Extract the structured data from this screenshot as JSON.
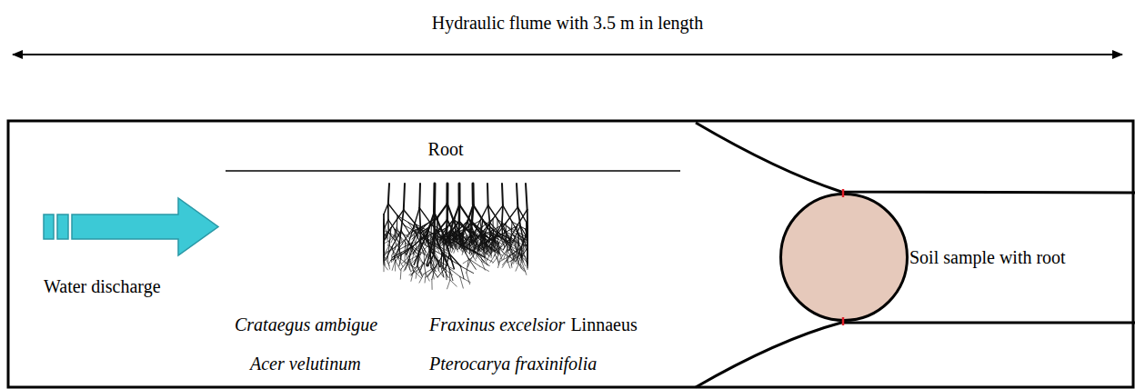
{
  "diagram": {
    "nodes": [
      {
        "text": [
          "Soil sample with root"
        ]
      }
    ],
    "labels": [
      "Hydraulic flume with 3.5 m in length",
      "Root",
      "Water discharge",
      "Crataegus ambigue",
      "Fraxinus excelsior",
      "Linnaeus",
      "Acer velutinum",
      "Pterocarya fraxinifolia"
    ]
  }
}
